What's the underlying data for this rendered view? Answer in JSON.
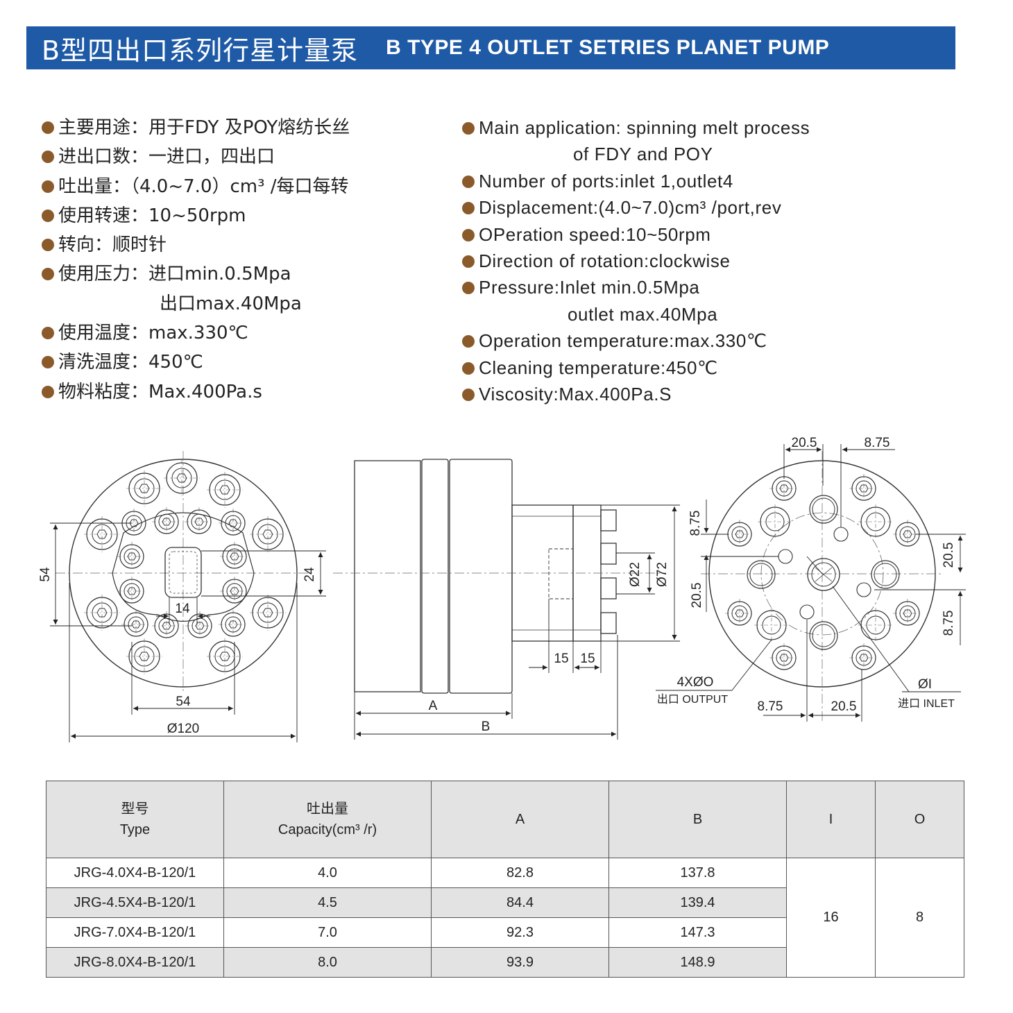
{
  "header": {
    "title_cn": "B型四出口系列行星计量泵",
    "title_en": "B TYPE 4 OUTLET SETRIES  PLANET  PUMP"
  },
  "specs_cn": [
    "主要用途：用于FDY 及POY熔纺长丝",
    "进出口数：一进口，四出口",
    "吐出量：（4.0~7.0）cm³ /每口每转",
    "使用转速：10~50rpm",
    "转向：顺时针",
    "使用压力：进口min.0.5Mpa",
    "出口max.40Mpa",
    "使用温度：max.330℃",
    "清洗温度：450℃",
    "物料粘度：Max.400Pa.s"
  ],
  "specs_en": [
    "Main application: spinning melt process",
    "of FDY and POY",
    "Number of ports:inlet 1,outlet4",
    "Displacement:(4.0~7.0)cm³ /port,rev",
    "OPeration speed:10~50rpm",
    "Direction of rotation:clockwise",
    "Pressure:Inlet min.0.5Mpa",
    "outlet max.40Mpa",
    "Operation temperature:max.330℃",
    "Cleaning temperature:450℃",
    "Viscosity:Max.400Pa.S"
  ],
  "dims": {
    "d54_v": "54",
    "d24": "24",
    "d14": "14",
    "d54_h": "54",
    "d120": "Ø120",
    "dA": "A",
    "dB": "B",
    "d15a": "15",
    "d15b": "15",
    "d22": "Ø22",
    "d72": "Ø72",
    "r20_5_top": "20.5",
    "r8_75_top": "8.75",
    "r8_75_left": "8.75",
    "r20_5_left": "20.5",
    "r20_5_right": "20.5",
    "r8_75_right": "8.75",
    "r8_75_bottom": "8.75",
    "r20_5_bottom": "20.5",
    "outlet_code": "4XØO",
    "outlet_label": "出口 OUTPUT",
    "inlet_code": "ØI",
    "inlet_label": "进口 INLET"
  },
  "table": {
    "headers": {
      "type_cn": "型号",
      "type_en": "Type",
      "cap_cn": "吐出量",
      "cap_en": "Capacity(cm³ /r)",
      "a": "A",
      "b": "B",
      "i": "I",
      "o": "O"
    },
    "rows": [
      {
        "type": "JRG-4.0X4-B-120/1",
        "capacity": "4.0",
        "a": "82.8",
        "b": "137.8"
      },
      {
        "type": "JRG-4.5X4-B-120/1",
        "capacity": "4.5",
        "a": "84.4",
        "b": "139.4"
      },
      {
        "type": "JRG-7.0X4-B-120/1",
        "capacity": "7.0",
        "a": "92.3",
        "b": "147.3"
      },
      {
        "type": "JRG-8.0X4-B-120/1",
        "capacity": "8.0",
        "a": "93.9",
        "b": "148.9"
      }
    ],
    "i_value": "16",
    "o_value": "8"
  }
}
